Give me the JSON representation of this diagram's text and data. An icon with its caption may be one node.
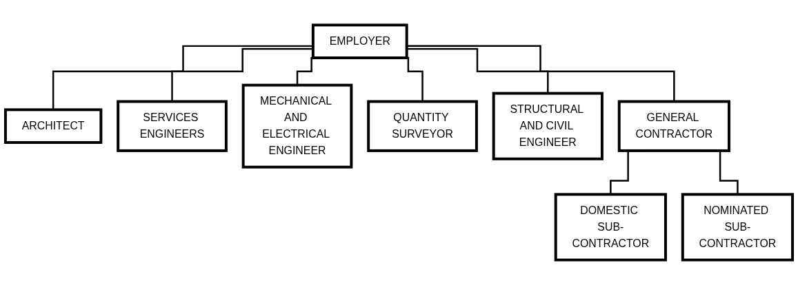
{
  "diagram": {
    "nodes": [
      {
        "text": [
          "EMPLOYER"
        ]
      },
      {
        "text": [
          "ARCHITECT"
        ]
      },
      {
        "text": [
          "SERVICES ENGINEERS"
        ]
      },
      {
        "text": [
          "MECHANICAL AND ELECTRICAL ENGINEER"
        ]
      },
      {
        "text": [
          "QUANTITY SURVEYOR"
        ]
      },
      {
        "text": [
          "STRUCTURAL AND CIVIL ENGINEER"
        ]
      },
      {
        "text": [
          "GENERAL CONTRACTOR"
        ]
      },
      {
        "text": [
          "DOMESTIC SUB-CONTRACTOR"
        ]
      },
      {
        "text": [
          "NOMINATED SUB-CONTRACTOR"
        ]
      }
    ],
    "edges": [
      {
        "from": 0,
        "to": 1,
        "arrow": "none"
      },
      {
        "from": 0,
        "to": 2,
        "arrow": "none"
      },
      {
        "from": 0,
        "to": 3,
        "arrow": "none"
      },
      {
        "from": 0,
        "to": 4,
        "arrow": "none"
      },
      {
        "from": 0,
        "to": 5,
        "arrow": "none"
      },
      {
        "from": 0,
        "to": 6,
        "arrow": "none"
      },
      {
        "from": 6,
        "to": 7,
        "arrow": "none"
      },
      {
        "from": 6,
        "to": 8,
        "arrow": "none"
      }
    ]
  }
}
